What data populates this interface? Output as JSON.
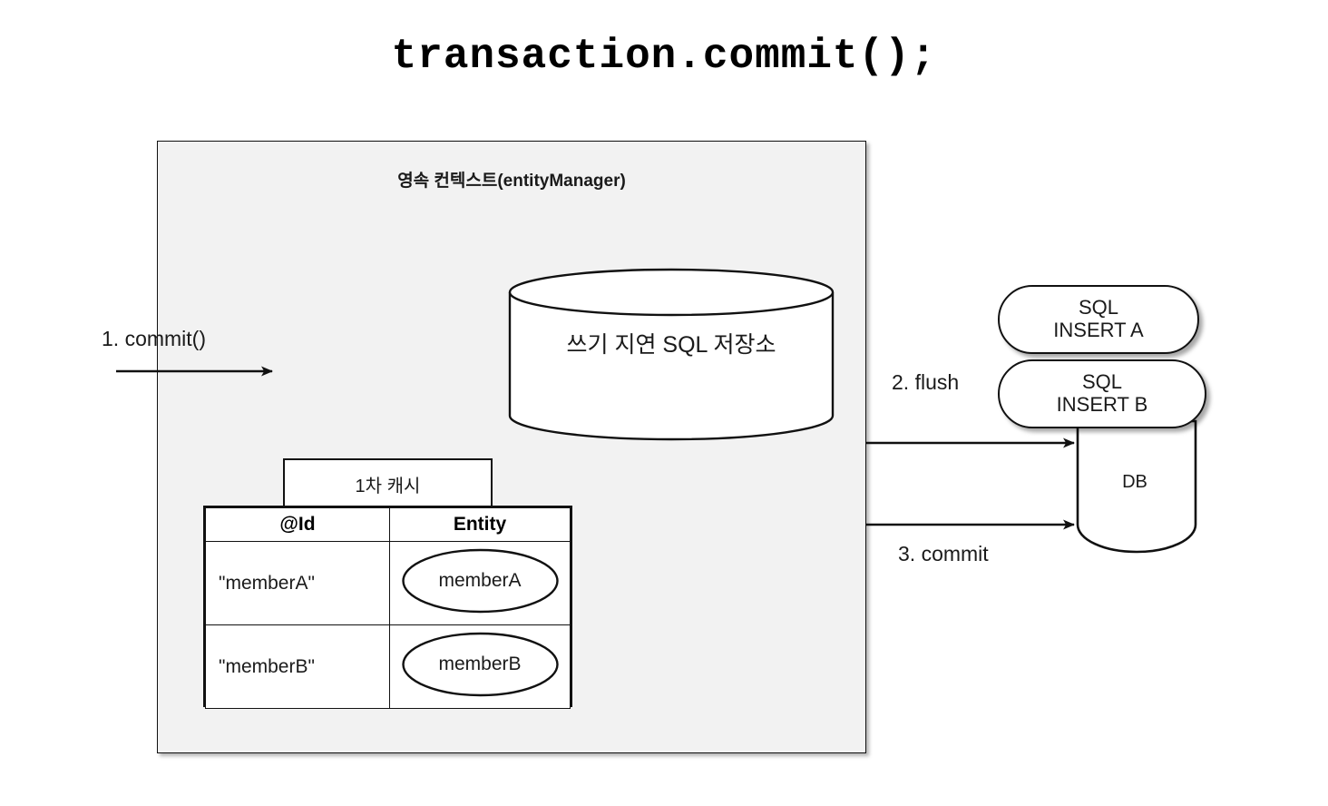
{
  "title": "transaction.commit();",
  "persistence_context": {
    "heading": "영속 컨텍스트(entityManager)",
    "bg_color": "#f2f2f2",
    "border_color": "#111111"
  },
  "write_behind_store": {
    "label": "쓰기 지연 SQL 저장소",
    "shape": "cylinder"
  },
  "first_level_cache": {
    "tab_label": "1차 캐시",
    "columns": [
      "@Id",
      "Entity"
    ],
    "rows": [
      {
        "id": "\"memberA\"",
        "entity": "memberA"
      },
      {
        "id": "\"memberB\"",
        "entity": "memberB"
      }
    ]
  },
  "flow_labels": {
    "step1": "1. commit()",
    "step2": "2. flush",
    "step3": "3. commit"
  },
  "sql_statements": [
    {
      "line1": "SQL",
      "line2": "INSERT A"
    },
    {
      "line1": "SQL",
      "line2": "INSERT B"
    }
  ],
  "database": {
    "label": "DB",
    "shape": "cylinder"
  },
  "icons": {
    "arrow_right": "arrow-right-icon"
  }
}
